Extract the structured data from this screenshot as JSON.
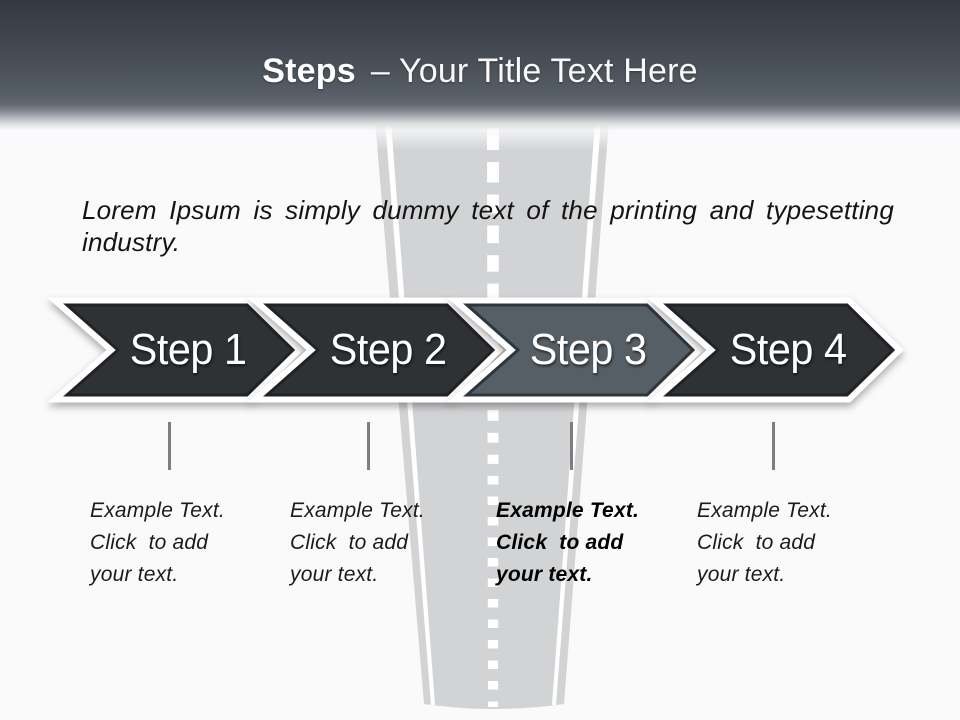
{
  "slide": {
    "header": {
      "title_bold": "Steps",
      "title_rest": "– Your Title Text Here"
    },
    "intro_text": "Lorem Ipsum is simply dummy text of the printing and typesetting industry.",
    "steps": [
      {
        "label": "Step 1",
        "description": "Example Text.\nClick  to add\nyour text.",
        "highlighted": false
      },
      {
        "label": "Step 2",
        "description": "Example Text.\nClick  to add\nyour text.",
        "highlighted": false
      },
      {
        "label": "Step 3",
        "description": "Example Text.\nClick  to add\nyour text.",
        "highlighted": true
      },
      {
        "label": "Step 4",
        "description": "Example Text.\nClick  to add\nyour text.",
        "highlighted": false
      }
    ],
    "colors": {
      "chevron_dark": "#2f3134",
      "chevron_dark_border": "#202327",
      "chevron_highlight": "#565e66",
      "chevron_highlight_border": "#2f353c",
      "chevron_gap_white": "#ffffff",
      "header_top": "#343941",
      "header_bottom": "#646b73",
      "road_surface": "#d2d3d5",
      "road_marking": "#ffffff",
      "tick": "#7d7d80",
      "body_text": "#1b1b1b"
    }
  }
}
